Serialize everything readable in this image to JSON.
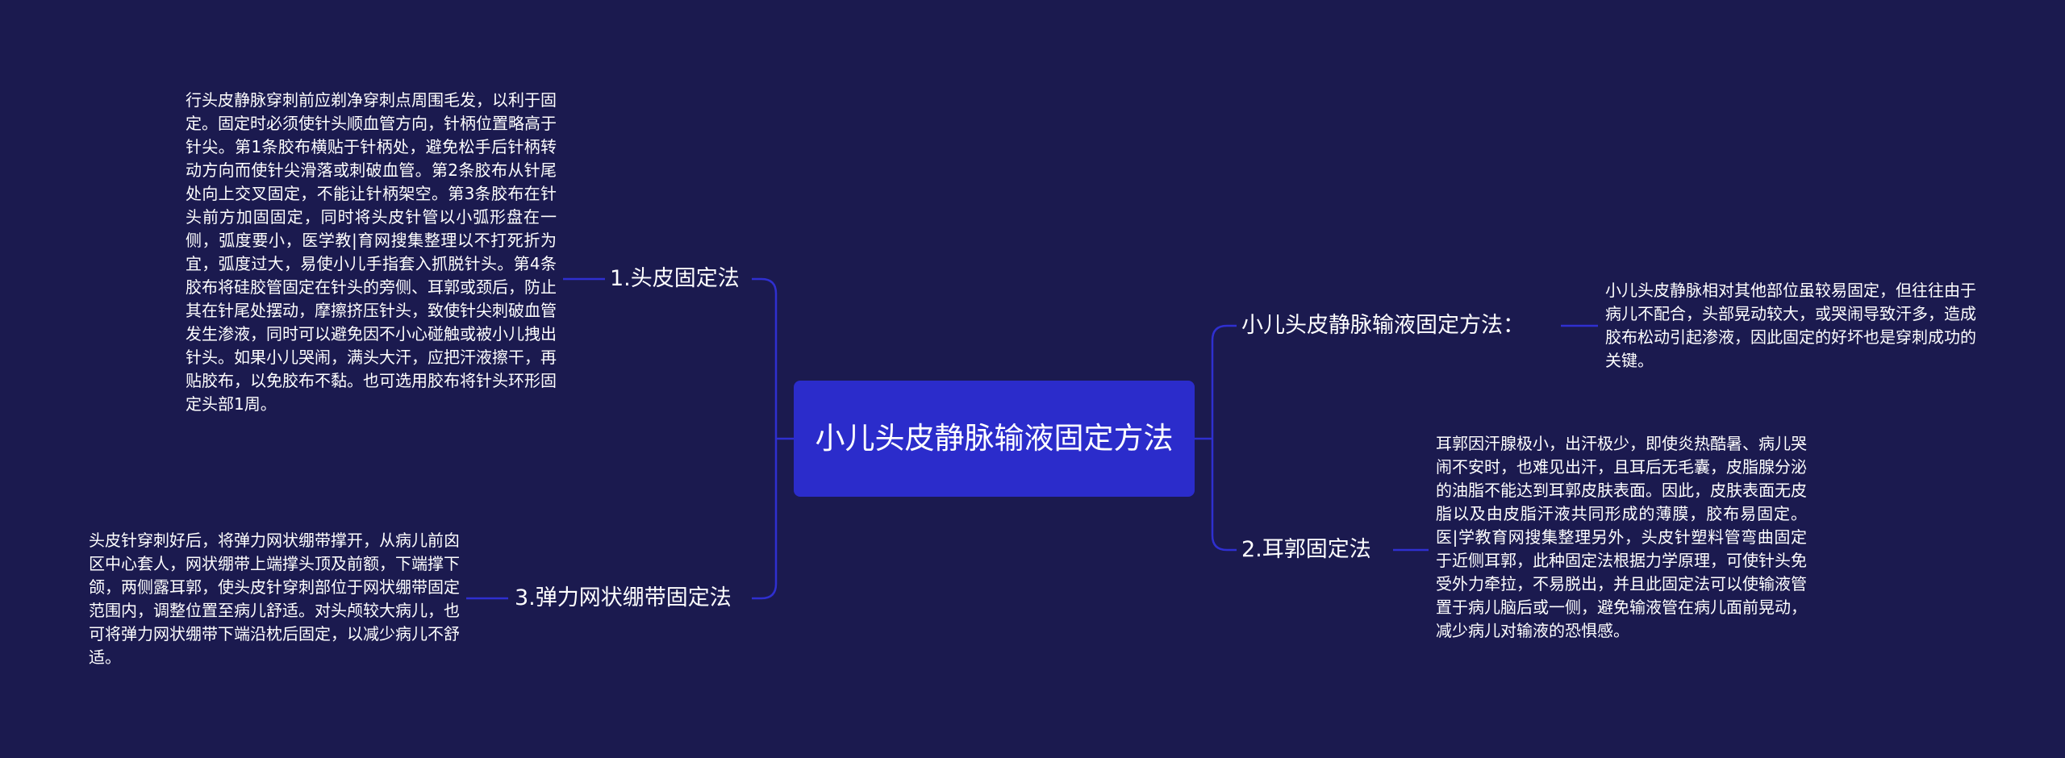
{
  "root": {
    "title": "小儿头皮静脉输液固定方法"
  },
  "left_branches": [
    {
      "label": "1.头皮固定法",
      "detail": "行头皮静脉穿刺前应剃净穿刺点周围毛发，以利于固定。固定时必须使针头顺血管方向，针柄位置略高于针尖。第1条胶布横贴于针柄处，避免松手后针柄转动方向而使针尖滑落或刺破血管。第2条胶布从针尾处向上交叉固定，不能让针柄架空。第3条胶布在针头前方加固固定，同时将头皮针管以小弧形盘在一侧，弧度要小，医学教|育网搜集整理以不打死折为宜，弧度过大，易使小儿手指套入抓脱针头。第4条胶布将硅胶管固定在针头的旁侧、耳郭或颈后，防止其在针尾处摆动，摩擦挤压针头，致使针尖刺破血管发生渗液，同时可以避免因不小心碰触或被小儿拽出针头。如果小儿哭闹，满头大汗，应把汗液擦干，再贴胶布，以免胶布不黏。也可选用胶布将针头环形固定头部1周。"
    },
    {
      "label": "3.弹力网状绷带固定法",
      "detail": "头皮针穿刺好后，将弹力网状绷带撑开，从病儿前囟区中心套人，网状绷带上端撑头顶及前额，下端撑下颌，两侧露耳郭，使头皮针穿刺部位于网状绷带固定范围内，调整位置至病儿舒适。对头颅较大病儿，也可将弹力网状绷带下端沿枕后固定，以减少病儿不舒适。"
    }
  ],
  "right_branches": [
    {
      "label": "小儿头皮静脉输液固定方法：",
      "detail": "小儿头皮静脉相对其他部位虽较易固定，但往往由于病儿不配合，头部晃动较大，或哭闹导致汗多，造成胶布松动引起渗液，因此固定的好坏也是穿刺成功的关键。"
    },
    {
      "label": "2.耳郭固定法",
      "detail": "耳郭因汗腺极小，出汗极少，即使炎热酷暑、病儿哭闹不安时，也难见出汗，且耳后无毛囊，皮脂腺分泌的油脂不能达到耳郭皮肤表面。因此，皮肤表面无皮脂以及由皮脂汗液共同形成的薄膜，胶布易固定。医|学教育网搜集整理另外，头皮针塑料管弯曲固定于近侧耳郭，此种固定法根据力学原理，可使针头免受外力牵拉，不易脱出，并且此固定法可以使输液管置于病儿脑后或一侧，避免输液管在病儿面前晃动，减少病儿对输液的恐惧感。"
    }
  ],
  "colors": {
    "background": "#1b1a4f",
    "root_fill": "#2b2ccb",
    "connector": "#2f2fd0",
    "text": "#ffffff"
  }
}
